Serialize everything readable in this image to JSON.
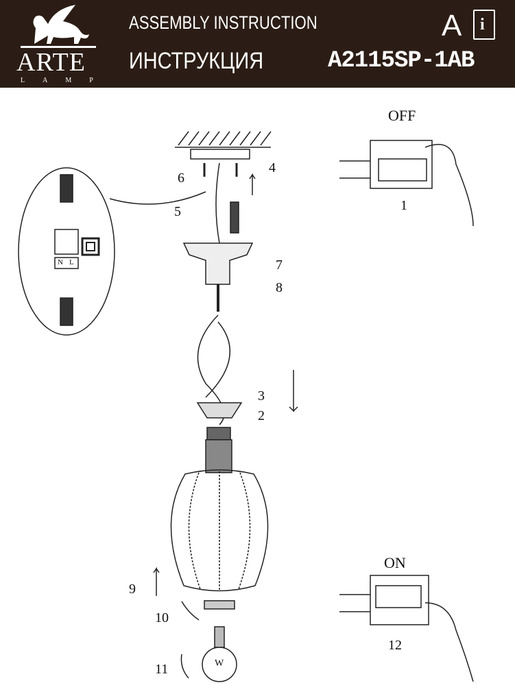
{
  "header": {
    "brand": "ARTE",
    "brand_sub": "LAMP",
    "title_en": "ASSEMBLY INSTRUCTION",
    "title_ru": "ИНСТРУКЦИЯ",
    "model": "A2115SP-1AB",
    "language": "A",
    "manual_icon_letter": "i"
  },
  "diagram": {
    "switch_off_label": "OFF",
    "switch_on_label": "ON",
    "terminal_labels": [
      "N",
      "L"
    ],
    "steps": [
      "1",
      "2",
      "3",
      "4",
      "5",
      "6",
      "7",
      "8",
      "9",
      "10",
      "11",
      "12"
    ],
    "bulb_letter": "W"
  }
}
